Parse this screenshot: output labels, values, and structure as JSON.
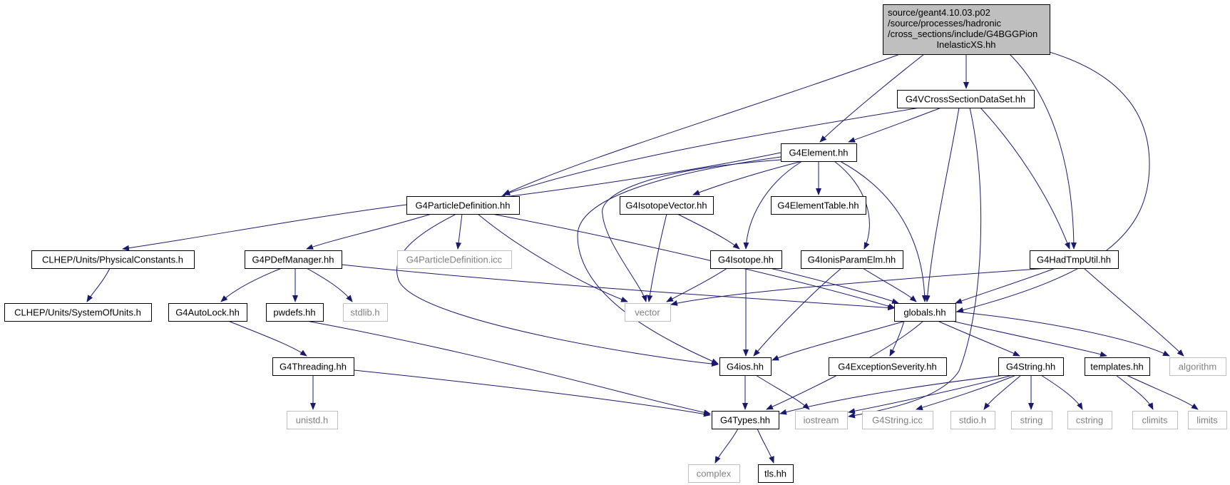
{
  "diagram": {
    "nodes": [
      {
        "id": "root",
        "lines": [
          "source/geant4.10.03.p02",
          "/source/processes/hadronic",
          "/cross_sections/include/G4BGGPion",
          "InelasticXS.hh"
        ],
        "style": "root"
      },
      {
        "id": "vcross",
        "lines": [
          "G4VCrossSectionDataSet.hh"
        ],
        "style": "normal"
      },
      {
        "id": "element",
        "lines": [
          "G4Element.hh"
        ],
        "style": "normal"
      },
      {
        "id": "partdef",
        "lines": [
          "G4ParticleDefinition.hh"
        ],
        "style": "normal"
      },
      {
        "id": "isovec",
        "lines": [
          "G4IsotopeVector.hh"
        ],
        "style": "normal"
      },
      {
        "id": "eltable",
        "lines": [
          "G4ElementTable.hh"
        ],
        "style": "normal"
      },
      {
        "id": "physconst",
        "lines": [
          "CLHEP/Units/PhysicalConstants.h"
        ],
        "style": "normal"
      },
      {
        "id": "pdefmgr",
        "lines": [
          "G4PDefManager.hh"
        ],
        "style": "normal"
      },
      {
        "id": "partdeficc",
        "lines": [
          "G4ParticleDefinition.icc"
        ],
        "style": "external"
      },
      {
        "id": "isotope",
        "lines": [
          "G4Isotope.hh"
        ],
        "style": "normal"
      },
      {
        "id": "ionis",
        "lines": [
          "G4IonisParamElm.hh"
        ],
        "style": "normal"
      },
      {
        "id": "hadtmp",
        "lines": [
          "G4HadTmpUtil.hh"
        ],
        "style": "normal"
      },
      {
        "id": "sysunits",
        "lines": [
          "CLHEP/Units/SystemOfUnits.h"
        ],
        "style": "normal"
      },
      {
        "id": "autolock",
        "lines": [
          "G4AutoLock.hh"
        ],
        "style": "normal"
      },
      {
        "id": "pwdefs",
        "lines": [
          "pwdefs.hh"
        ],
        "style": "normal"
      },
      {
        "id": "stdlib",
        "lines": [
          "stdlib.h"
        ],
        "style": "external"
      },
      {
        "id": "vector",
        "lines": [
          "vector"
        ],
        "style": "external"
      },
      {
        "id": "globals",
        "lines": [
          "globals.hh"
        ],
        "style": "normal"
      },
      {
        "id": "threading",
        "lines": [
          "G4Threading.hh"
        ],
        "style": "normal"
      },
      {
        "id": "g4ios",
        "lines": [
          "G4ios.hh"
        ],
        "style": "normal"
      },
      {
        "id": "exsev",
        "lines": [
          "G4ExceptionSeverity.hh"
        ],
        "style": "normal"
      },
      {
        "id": "g4string",
        "lines": [
          "G4String.hh"
        ],
        "style": "normal"
      },
      {
        "id": "templates",
        "lines": [
          "templates.hh"
        ],
        "style": "normal"
      },
      {
        "id": "algorithm",
        "lines": [
          "algorithm"
        ],
        "style": "external"
      },
      {
        "id": "unistd",
        "lines": [
          "unistd.h"
        ],
        "style": "external"
      },
      {
        "id": "g4types",
        "lines": [
          "G4Types.hh"
        ],
        "style": "normal"
      },
      {
        "id": "iostream",
        "lines": [
          "iostream"
        ],
        "style": "external"
      },
      {
        "id": "g4stringicc",
        "lines": [
          "G4String.icc"
        ],
        "style": "external"
      },
      {
        "id": "stdio",
        "lines": [
          "stdio.h"
        ],
        "style": "external"
      },
      {
        "id": "string",
        "lines": [
          "string"
        ],
        "style": "external"
      },
      {
        "id": "cstring",
        "lines": [
          "cstring"
        ],
        "style": "external"
      },
      {
        "id": "climits",
        "lines": [
          "climits"
        ],
        "style": "external"
      },
      {
        "id": "limits",
        "lines": [
          "limits"
        ],
        "style": "external"
      },
      {
        "id": "complex",
        "lines": [
          "complex"
        ],
        "style": "external"
      },
      {
        "id": "tls",
        "lines": [
          "tls.hh"
        ],
        "style": "normal"
      }
    ],
    "edges": [
      [
        "root",
        "vcross"
      ],
      [
        "root",
        "element"
      ],
      [
        "root",
        "partdef"
      ],
      [
        "root",
        "hadtmp"
      ],
      [
        "root",
        "globals"
      ],
      [
        "vcross",
        "element"
      ],
      [
        "vcross",
        "partdef"
      ],
      [
        "vcross",
        "hadtmp"
      ],
      [
        "vcross",
        "globals"
      ],
      [
        "vcross",
        "iostream"
      ],
      [
        "element",
        "partdef"
      ],
      [
        "element",
        "isovec"
      ],
      [
        "element",
        "eltable"
      ],
      [
        "element",
        "isotope"
      ],
      [
        "element",
        "ionis"
      ],
      [
        "element",
        "vector"
      ],
      [
        "element",
        "globals"
      ],
      [
        "element",
        "g4ios"
      ],
      [
        "partdef",
        "physconst"
      ],
      [
        "partdef",
        "pdefmgr"
      ],
      [
        "partdef",
        "partdeficc"
      ],
      [
        "partdef",
        "vector"
      ],
      [
        "partdef",
        "globals"
      ],
      [
        "partdef",
        "g4ios"
      ],
      [
        "isovec",
        "isotope"
      ],
      [
        "isovec",
        "vector"
      ],
      [
        "physconst",
        "sysunits"
      ],
      [
        "pdefmgr",
        "autolock"
      ],
      [
        "pdefmgr",
        "pwdefs"
      ],
      [
        "pdefmgr",
        "stdlib"
      ],
      [
        "pdefmgr",
        "globals"
      ],
      [
        "isotope",
        "vector"
      ],
      [
        "isotope",
        "globals"
      ],
      [
        "isotope",
        "g4ios"
      ],
      [
        "ionis",
        "globals"
      ],
      [
        "ionis",
        "g4ios"
      ],
      [
        "hadtmp",
        "vector"
      ],
      [
        "hadtmp",
        "globals"
      ],
      [
        "hadtmp",
        "algorithm"
      ],
      [
        "autolock",
        "threading"
      ],
      [
        "pwdefs",
        "g4types"
      ],
      [
        "globals",
        "g4ios"
      ],
      [
        "globals",
        "exsev"
      ],
      [
        "globals",
        "g4string"
      ],
      [
        "globals",
        "templates"
      ],
      [
        "globals",
        "algorithm"
      ],
      [
        "globals",
        "g4types"
      ],
      [
        "threading",
        "unistd"
      ],
      [
        "threading",
        "g4types"
      ],
      [
        "g4ios",
        "g4types"
      ],
      [
        "g4ios",
        "iostream"
      ],
      [
        "g4string",
        "g4types"
      ],
      [
        "g4string",
        "iostream"
      ],
      [
        "g4string",
        "g4stringicc"
      ],
      [
        "g4string",
        "stdio"
      ],
      [
        "g4string",
        "string"
      ],
      [
        "g4string",
        "cstring"
      ],
      [
        "templates",
        "climits"
      ],
      [
        "templates",
        "limits"
      ],
      [
        "g4types",
        "complex"
      ],
      [
        "g4types",
        "tls"
      ]
    ],
    "colors": {
      "edge": "#191970",
      "normal_border": "#000000",
      "external_border": "#bfbfbf",
      "external_text": "#808080",
      "root_fill": "#bfbfbf",
      "text": "#000000"
    }
  }
}
